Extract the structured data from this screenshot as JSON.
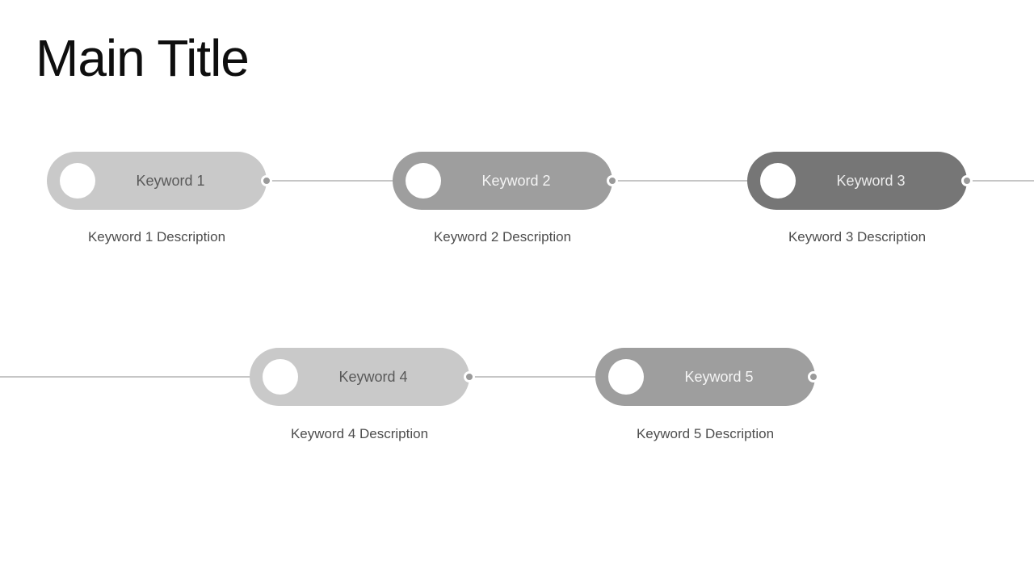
{
  "slide": {
    "title": "Main Title"
  },
  "colors": {
    "background": "#ffffff",
    "pill_light": "#c9c9c9",
    "pill_medium": "#9e9e9e",
    "pill_dark": "#767676",
    "text_on_light": "#595959",
    "text_on_medium": "#f4f4f4",
    "text_on_dark": "#ececec",
    "description_text": "#4d4d4d",
    "connector_line": "#c6c6c6",
    "connector_dot": "#9a9a9a",
    "node_circle": "#ffffff"
  },
  "items": [
    {
      "label": "Keyword 1",
      "description": "Keyword 1 Description",
      "shade": "light"
    },
    {
      "label": "Keyword 2",
      "description": "Keyword 2 Description",
      "shade": "medium"
    },
    {
      "label": "Keyword 3",
      "description": "Keyword 3 Description",
      "shade": "dark"
    },
    {
      "label": "Keyword 4",
      "description": "Keyword 4 Description",
      "shade": "light"
    },
    {
      "label": "Keyword 5",
      "description": "Keyword 5 Description",
      "shade": "medium"
    }
  ]
}
